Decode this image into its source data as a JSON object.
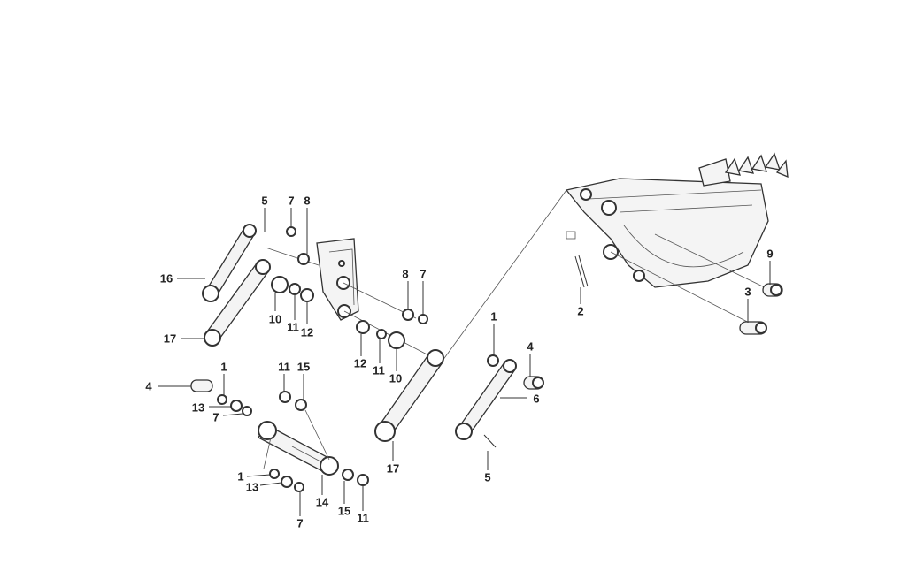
{
  "diagram": {
    "title": "Bucket linkage parts diagram",
    "callouts": [
      "5",
      "7",
      "8",
      "16",
      "10",
      "11",
      "12",
      "17",
      "8",
      "7",
      "12",
      "11",
      "10",
      "1",
      "2",
      "9",
      "3",
      "4",
      "6",
      "1",
      "4",
      "11",
      "15",
      "13",
      "7",
      "17",
      "5",
      "1",
      "13",
      "14",
      "15",
      "11",
      "7"
    ]
  }
}
